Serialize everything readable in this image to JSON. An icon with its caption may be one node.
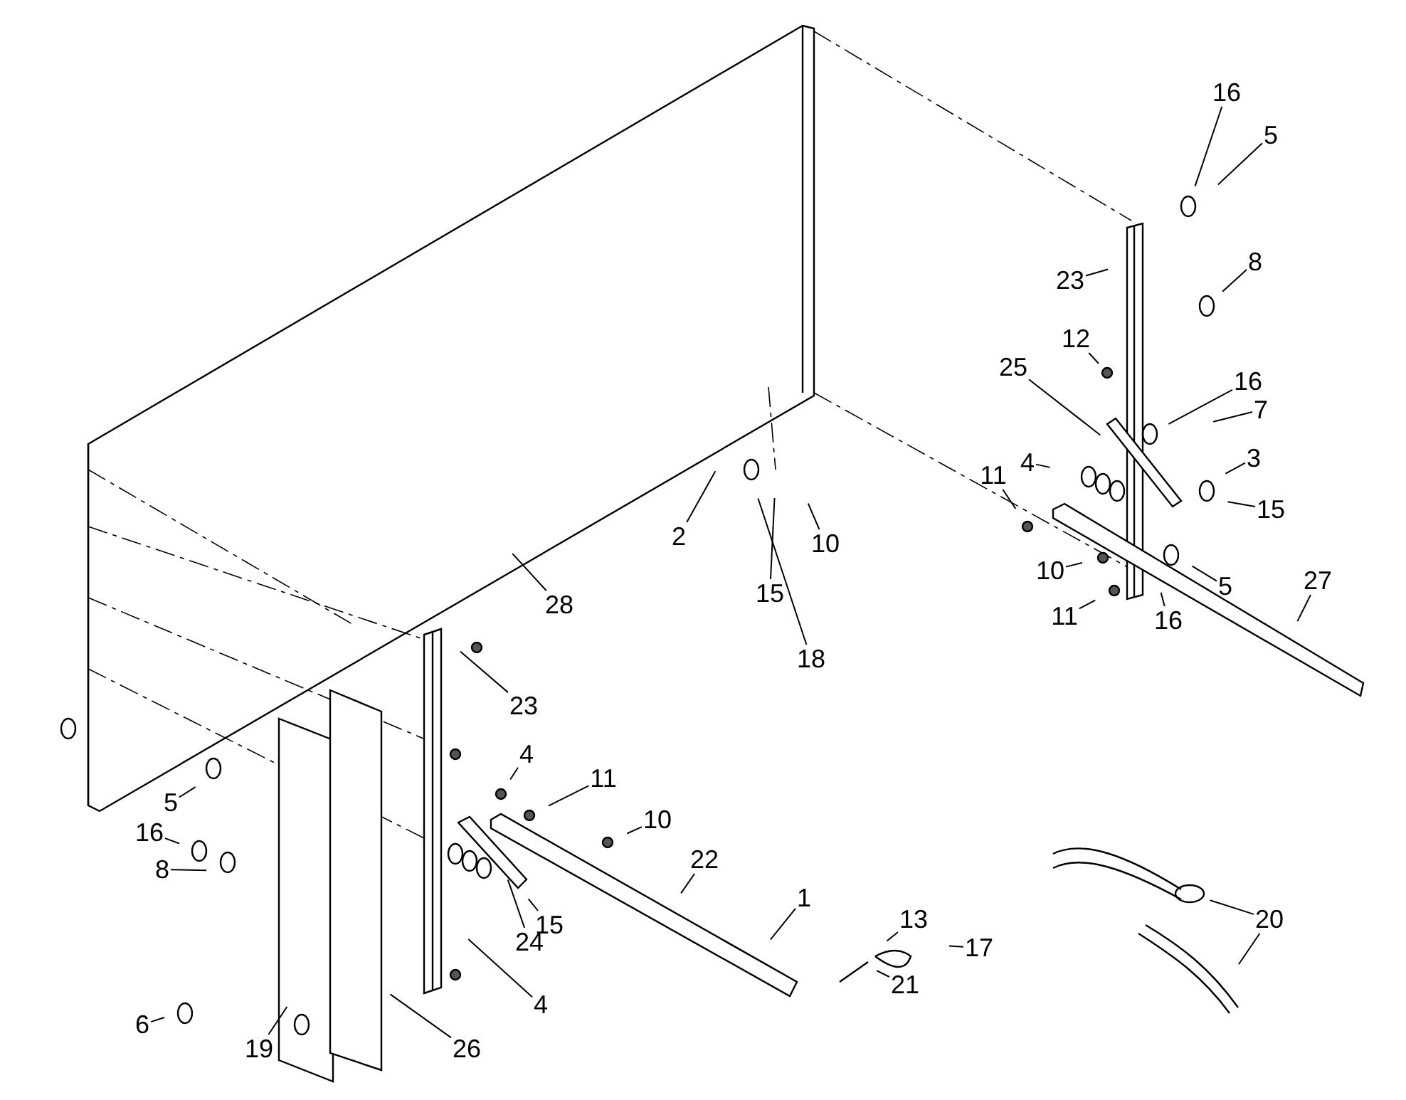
{
  "diagram": {
    "nodes": [
      {
        "text": [
          "16"
        ]
      },
      {
        "text": [
          "5"
        ]
      },
      {
        "text": [
          "23"
        ]
      },
      {
        "text": [
          "8"
        ]
      },
      {
        "text": [
          "12"
        ]
      },
      {
        "text": [
          "25"
        ]
      },
      {
        "text": [
          "16"
        ]
      },
      {
        "text": [
          "7"
        ]
      },
      {
        "text": [
          "4"
        ]
      },
      {
        "text": [
          "3"
        ]
      },
      {
        "text": [
          "11"
        ]
      },
      {
        "text": [
          "15"
        ]
      },
      {
        "text": [
          "2"
        ]
      },
      {
        "text": [
          "10"
        ]
      },
      {
        "text": [
          "10"
        ]
      },
      {
        "text": [
          "5"
        ]
      },
      {
        "text": [
          "27"
        ]
      },
      {
        "text": [
          "28"
        ]
      },
      {
        "text": [
          "15"
        ]
      },
      {
        "text": [
          "11"
        ]
      },
      {
        "text": [
          "16"
        ]
      },
      {
        "text": [
          "18"
        ]
      },
      {
        "text": [
          "23"
        ]
      },
      {
        "text": [
          "4"
        ]
      },
      {
        "text": [
          "11"
        ]
      },
      {
        "text": [
          "5"
        ]
      },
      {
        "text": [
          "10"
        ]
      },
      {
        "text": [
          "22"
        ]
      },
      {
        "text": [
          "16"
        ]
      },
      {
        "text": [
          "8"
        ]
      },
      {
        "text": [
          "1"
        ]
      },
      {
        "text": [
          "20"
        ]
      },
      {
        "text": [
          "13"
        ]
      },
      {
        "text": [
          "17"
        ]
      },
      {
        "text": [
          "15"
        ]
      },
      {
        "text": [
          "24"
        ]
      },
      {
        "text": [
          "21"
        ]
      },
      {
        "text": [
          "4"
        ]
      },
      {
        "text": [
          "6"
        ]
      },
      {
        "text": [
          "19"
        ]
      },
      {
        "text": [
          "26"
        ]
      }
    ],
    "edges": [
      {
        "from": 0,
        "to": null,
        "arrow": "none"
      },
      {
        "from": 1,
        "to": null,
        "arrow": "none"
      },
      {
        "from": 2,
        "to": null,
        "arrow": "none"
      },
      {
        "from": 3,
        "to": null,
        "arrow": "none"
      },
      {
        "from": 4,
        "to": null,
        "arrow": "none"
      },
      {
        "from": 5,
        "to": null,
        "arrow": "none"
      },
      {
        "from": 6,
        "to": null,
        "arrow": "none"
      },
      {
        "from": 7,
        "to": null,
        "arrow": "none"
      },
      {
        "from": 8,
        "to": null,
        "arrow": "none"
      },
      {
        "from": 9,
        "to": null,
        "arrow": "none"
      },
      {
        "from": 10,
        "to": null,
        "arrow": "none"
      },
      {
        "from": 11,
        "to": null,
        "arrow": "none"
      },
      {
        "from": 12,
        "to": null,
        "arrow": "none"
      },
      {
        "from": 13,
        "to": null,
        "arrow": "none"
      },
      {
        "from": 14,
        "to": null,
        "arrow": "none"
      },
      {
        "from": 15,
        "to": null,
        "arrow": "none"
      },
      {
        "from": 16,
        "to": null,
        "arrow": "none"
      },
      {
        "from": 17,
        "to": null,
        "arrow": "none"
      },
      {
        "from": 18,
        "to": null,
        "arrow": "none"
      },
      {
        "from": 19,
        "to": null,
        "arrow": "none"
      },
      {
        "from": 20,
        "to": null,
        "arrow": "none"
      },
      {
        "from": 21,
        "to": null,
        "arrow": "none"
      },
      {
        "from": 22,
        "to": null,
        "arrow": "none"
      },
      {
        "from": 23,
        "to": null,
        "arrow": "none"
      },
      {
        "from": 24,
        "to": null,
        "arrow": "none"
      },
      {
        "from": 25,
        "to": null,
        "arrow": "none"
      },
      {
        "from": 26,
        "to": null,
        "arrow": "none"
      },
      {
        "from": 27,
        "to": null,
        "arrow": "none"
      },
      {
        "from": 28,
        "to": null,
        "arrow": "none"
      },
      {
        "from": 29,
        "to": null,
        "arrow": "none"
      },
      {
        "from": 30,
        "to": null,
        "arrow": "none"
      },
      {
        "from": 31,
        "to": null,
        "arrow": "none"
      },
      {
        "from": 31,
        "to": null,
        "arrow": "none"
      },
      {
        "from": 32,
        "to": null,
        "arrow": "none"
      },
      {
        "from": 33,
        "to": null,
        "arrow": "none"
      },
      {
        "from": 34,
        "to": null,
        "arrow": "none"
      },
      {
        "from": 35,
        "to": null,
        "arrow": "none"
      },
      {
        "from": 36,
        "to": null,
        "arrow": "none"
      },
      {
        "from": 37,
        "to": null,
        "arrow": "none"
      },
      {
        "from": 38,
        "to": null,
        "arrow": "none"
      },
      {
        "from": 39,
        "to": null,
        "arrow": "none"
      },
      {
        "from": 40,
        "to": null,
        "arrow": "none"
      }
    ]
  }
}
